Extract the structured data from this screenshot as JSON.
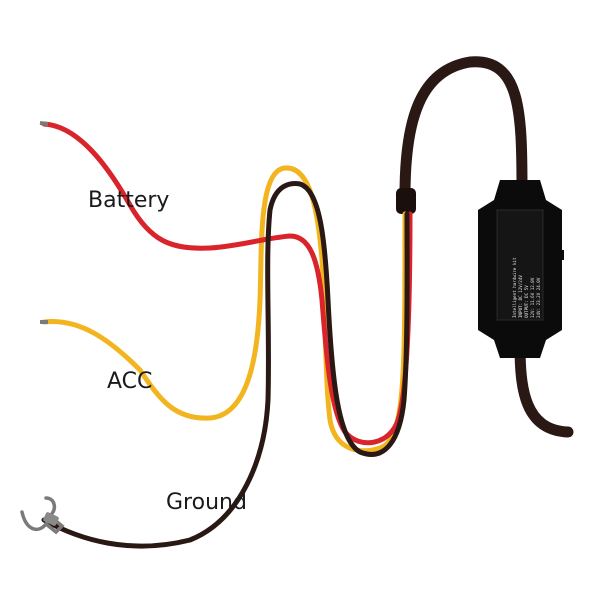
{
  "diagram": {
    "labels": {
      "battery": "Battery",
      "acc": "ACC",
      "ground": "Ground"
    },
    "colors": {
      "battery": "#d9242b",
      "acc": "#f2b51f",
      "ground": "#2a1814",
      "box": "#0b0b0b",
      "terminal": "#7a7a7a"
    }
  }
}
